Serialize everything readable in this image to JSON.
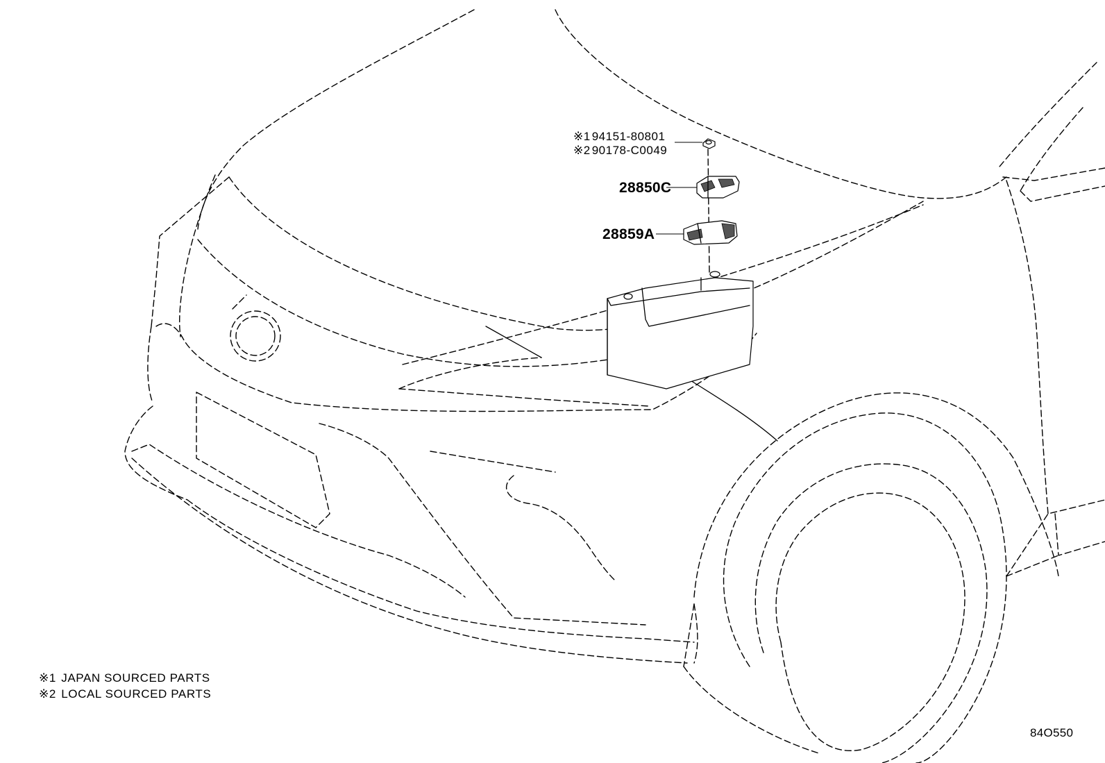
{
  "callouts": {
    "washer_japan": {
      "mark": "※1",
      "part_no": "94151-80801"
    },
    "washer_local": {
      "mark": "※2",
      "part_no": "90178-C0049"
    },
    "fuse_block": "28850C",
    "bracket": "28859A"
  },
  "legend": [
    {
      "mark": "※1",
      "text": "JAPAN SOURCED PARTS"
    },
    {
      "mark": "※2",
      "text": "LOCAL SOURCED PARTS"
    }
  ],
  "illustration_code": "84O550",
  "icons": [
    "car-front-outline",
    "battery",
    "nut-washer",
    "fuse-block",
    "battery-bracket"
  ],
  "colors": {
    "line": "#000000",
    "background": "#ffffff"
  }
}
